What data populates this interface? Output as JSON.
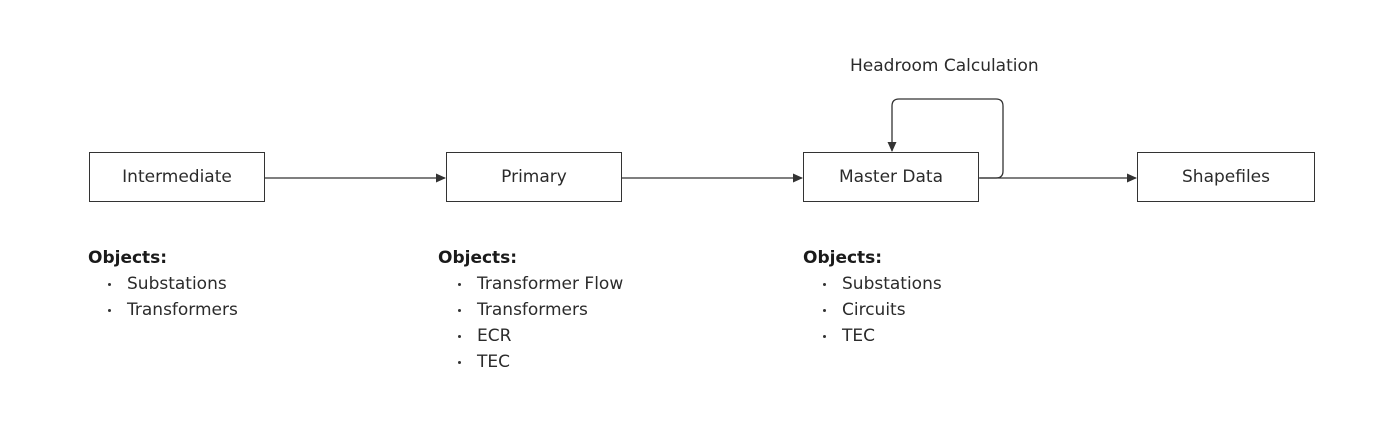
{
  "nodes": {
    "intermediate": "Intermediate",
    "primary": "Primary",
    "master": "Master Data",
    "shapefiles": "Shapefiles"
  },
  "loop": {
    "label": "Headroom Calculation"
  },
  "objects": {
    "intermediate": {
      "heading": "Objects:",
      "items": [
        "Substations",
        "Transformers"
      ]
    },
    "primary": {
      "heading": "Objects:",
      "items": [
        "Transformer Flow",
        "Transformers",
        "ECR",
        "TEC"
      ]
    },
    "master": {
      "heading": "Objects:",
      "items": [
        "Substations",
        "Circuits",
        "TEC"
      ]
    }
  },
  "colors": {
    "stroke": "#333333",
    "text": "#2b2b2b"
  }
}
